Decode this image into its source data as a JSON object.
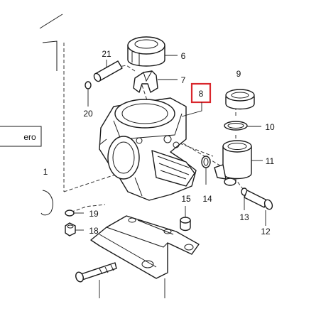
{
  "diagram": {
    "highlight_color": "#d9262c",
    "line_color": "#1a1a1a",
    "partial_label": "ero",
    "partial_number": "1",
    "callouts": {
      "c6": "6",
      "c7": "7",
      "c8": "8",
      "c9": "9",
      "c10": "10",
      "c11": "11",
      "c12": "12",
      "c13": "13",
      "c14": "14",
      "c15": "15",
      "c18": "18",
      "c19": "19",
      "c20": "20",
      "c21": "21"
    }
  }
}
